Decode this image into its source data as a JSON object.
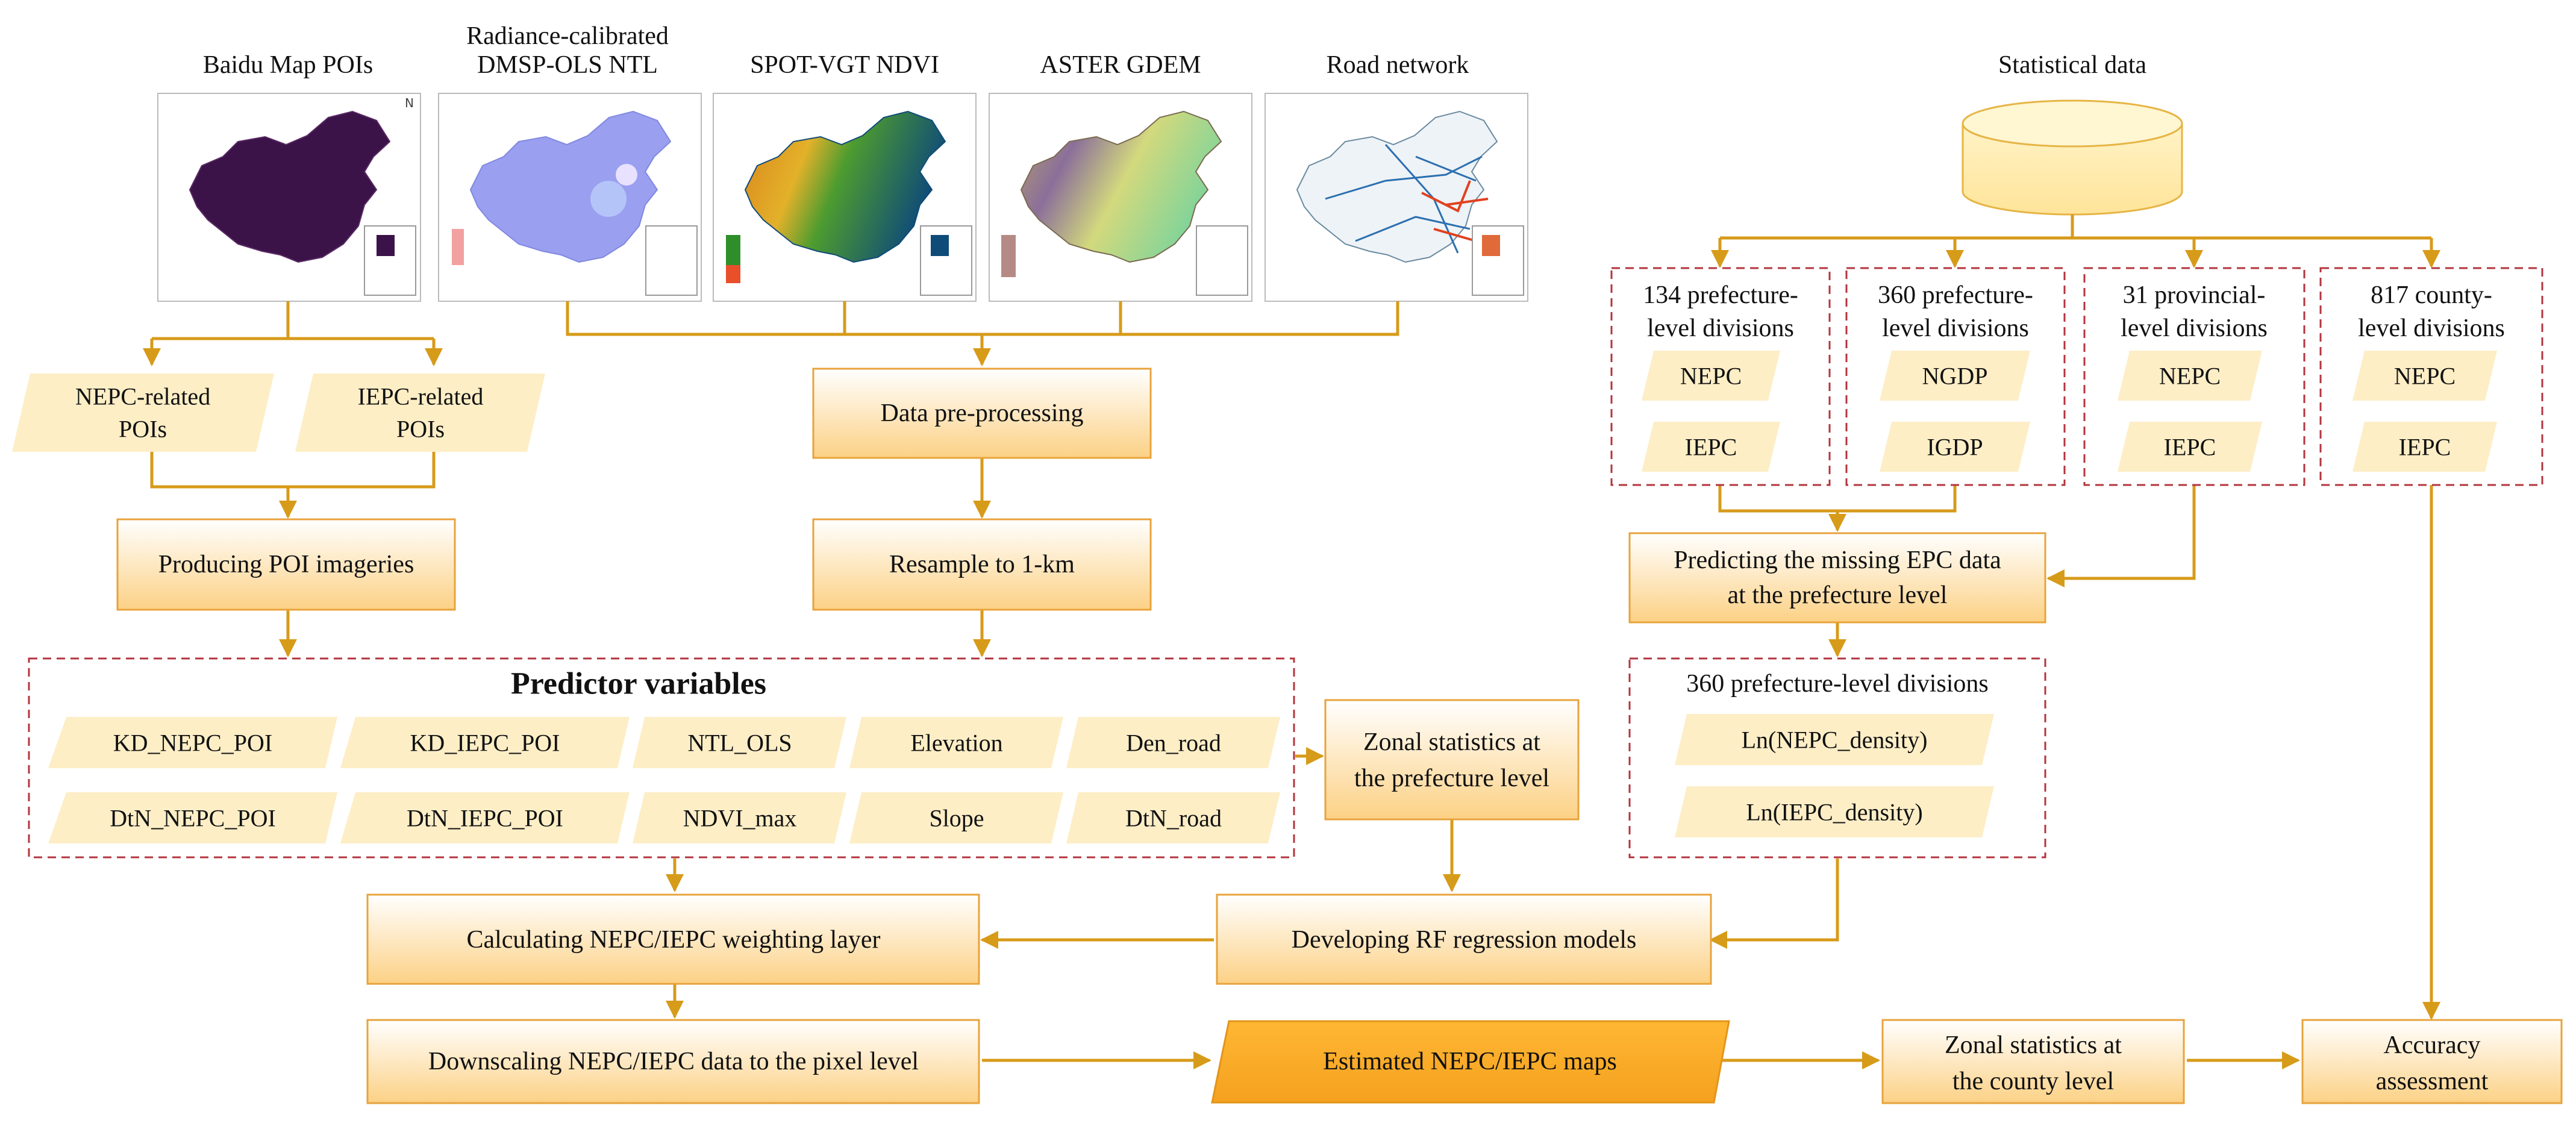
{
  "map_titles": {
    "baidu": "Baidu Map POIs",
    "ntl_line1": "Radiance-calibrated",
    "ntl_line2": "DMSP-OLS NTL",
    "ndvi": "SPOT-VGT NDVI",
    "gdem": "ASTER GDEM",
    "road": "Road network"
  },
  "stat_title": "Statistical data",
  "poi": {
    "nepc_line1": "NEPC-related",
    "nepc_line2": "POIs",
    "iepc_line1": "IEPC-related",
    "iepc_line2": "POIs",
    "producing": "Producing POI imageries"
  },
  "preprocess": "Data pre-processing",
  "resample": "Resample to 1-km",
  "predictors": {
    "title": "Predictor variables",
    "row1": [
      "KD_NEPC_POI",
      "KD_IEPC_POI",
      "NTL_OLS",
      "Elevation",
      "Den_road"
    ],
    "row2": [
      "DtN_NEPC_POI",
      "DtN_IEPC_POI",
      "NDVI_max",
      "Slope",
      "DtN_road"
    ]
  },
  "zonal_pref_line1": "Zonal statistics at",
  "zonal_pref_line2": "the prefecture level",
  "stat_groups": {
    "g1_line1": "134 prefecture-",
    "g1_line2": "level divisions",
    "g1_items": [
      "NEPC",
      "IEPC"
    ],
    "g2_line1": "360 prefecture-",
    "g2_line2": "level divisions",
    "g2_items": [
      "NGDP",
      "IGDP"
    ],
    "g3_line1": "31 provincial-",
    "g3_line2": "level divisions",
    "g3_items": [
      "NEPC",
      "IEPC"
    ],
    "g4_line1": "817 county-",
    "g4_line2": "level divisions",
    "g4_items": [
      "NEPC",
      "IEPC"
    ]
  },
  "predict_missing_line1": "Predicting the missing EPC data",
  "predict_missing_line2": "at the prefecture level",
  "divisions360": {
    "title": "360 prefecture-level divisions",
    "items": [
      "Ln(NEPC_density)",
      "Ln(IEPC_density)"
    ]
  },
  "rf": "Developing RF regression models",
  "weighting": "Calculating NEPC/IEPC weighting layer",
  "downscaling": "Downscaling NEPC/IEPC data to the pixel level",
  "estimated": "Estimated NEPC/IEPC maps",
  "zonal_county_line1": "Zonal statistics at",
  "zonal_county_line2": "the county level",
  "accuracy_line1": "Accuracy",
  "accuracy_line2": "assessment",
  "colors": {
    "arrow": "#d79b1a",
    "box_border": "#e8a33c",
    "box_top": "#ffffff",
    "box_bottom": "#fcd48a",
    "parallelogram": "#fdeec6",
    "dashed": "#b3353e",
    "estimated_fill": "#f7a928",
    "map_dark": "#3b1348"
  }
}
